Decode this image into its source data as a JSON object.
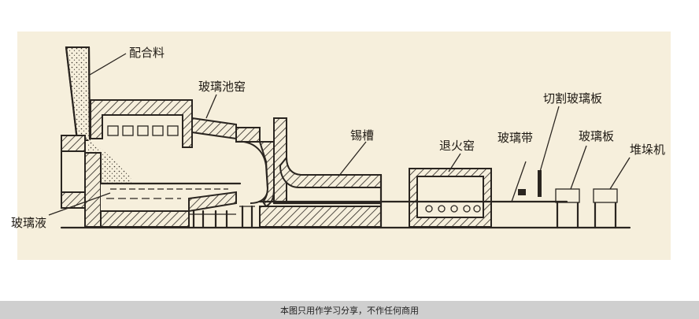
{
  "labels": {
    "batch": "配合料",
    "tank_furnace": "玻璃池窑",
    "tin_bath": "锡槽",
    "annealing_lehr": "退火窑",
    "glass_ribbon": "玻璃带",
    "cutting": "切割玻璃板",
    "glass_sheet": "玻璃板",
    "stacker": "堆垛机",
    "molten_glass": "玻璃液"
  },
  "footer": {
    "notice": "本图只用作学习分享，不作任何商用"
  },
  "colors": {
    "line": "#2a2520",
    "paper": "#f6efdc",
    "footer_bar": "#cfcfcf"
  }
}
